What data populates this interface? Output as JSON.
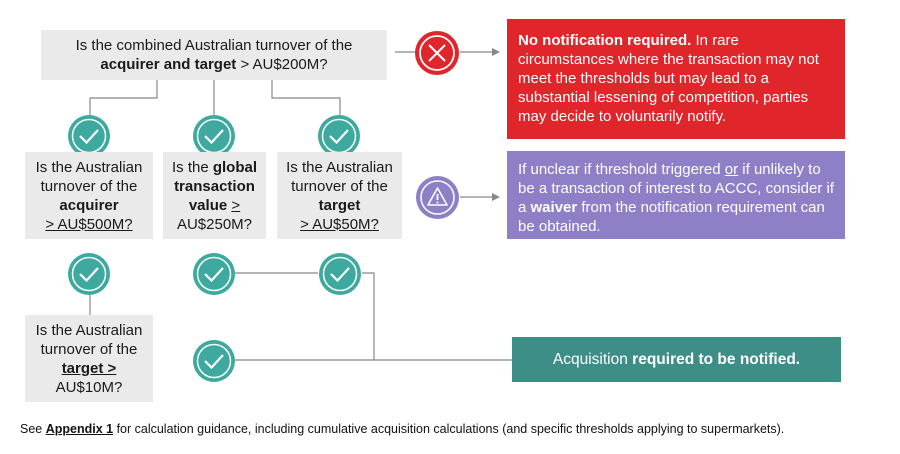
{
  "question_main": {
    "line1": "Is the combined Australian turnover of the",
    "line2_bold": "acquirer and target",
    "line2_rest": " > AU$200M?"
  },
  "q_acquirer": {
    "l1": "Is the Australian",
    "l2": "turnover of the",
    "l3_bold": "acquirer",
    "l4": "> AU$500M?"
  },
  "q_global": {
    "l1_pre": "Is the ",
    "l1_bold": "global",
    "l2_bold": "transaction",
    "l3_pre": "value ",
    "l3_rest": ">",
    "l4": "AU$250M?"
  },
  "q_target50": {
    "l1": "Is the Australian",
    "l2": "turnover of the",
    "l3_bold": "target",
    "l4": "> AU$50M?"
  },
  "q_target10": {
    "l1": "Is the Australian",
    "l2": "turnover of the",
    "l3_bold": "target >",
    "l4": "AU$10M?"
  },
  "panel_no": {
    "bold": "No notification required.",
    "rest": " In rare circumstances where the transaction may not meet the thresholds but may lead to a substantial lessening of competition, parties may decide to voluntarily notify."
  },
  "panel_unclear": {
    "pre": "If unclear if threshold triggered ",
    "or": "or",
    "mid": " if unlikely to be a transaction of interest to ACCC, consider if a ",
    "waiver": "waiver",
    "post": " from the notification requirement can be obtained."
  },
  "panel_required": {
    "pre": "Acquisition ",
    "bold": "required to be notified."
  },
  "footnote": {
    "pre": "See ",
    "link": "Appendix 1",
    "post": " for calculation guidance, including cumulative acquisition calculations (and specific thresholds applying to supermarkets)."
  },
  "colors": {
    "red": "#e0252b",
    "purple": "#8f7fc7",
    "teal": "#3e8e88",
    "check": "#3ea99f",
    "gray_box": "#eaeaea"
  },
  "icons": {
    "cross": "x-circle-icon",
    "warning": "warning-triangle-icon",
    "check": "check-circle-icon"
  }
}
